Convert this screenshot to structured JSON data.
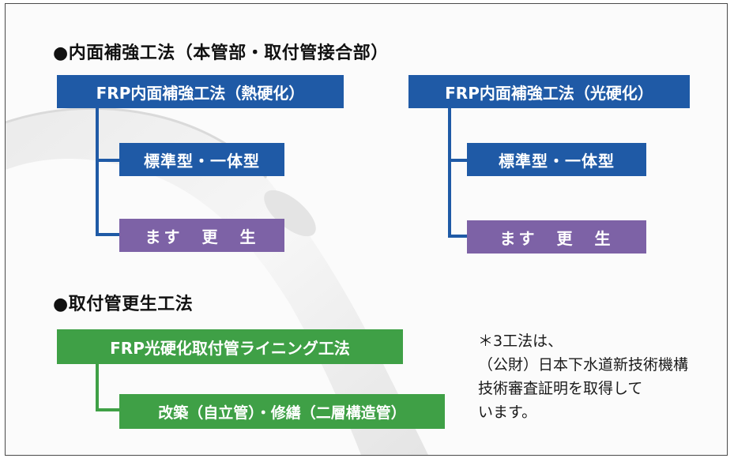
{
  "section1": {
    "heading": "●内面補強工法（本管部・取付管接合部）",
    "left": {
      "title": "FRP内面補強工法（熱硬化）",
      "item1": "標準型・一体型",
      "item2": "ます　更　生"
    },
    "right": {
      "title": "FRP内面補強工法（光硬化）",
      "item1": "標準型・一体型",
      "item2": "ます　更　生"
    }
  },
  "section2": {
    "heading": "●取付管更生工法",
    "title": "FRP光硬化取付管ライニング工法",
    "item": "改築（自立管）・修繕（二層構造管）"
  },
  "note": {
    "lines": [
      "＊3工法は、",
      "（公財）日本下水道新技術機構",
      "技術審査証明を取得して",
      "います。"
    ]
  },
  "colors": {
    "blue": "#1f5aa6",
    "purple": "#7d62a6",
    "green": "#3fa046"
  }
}
